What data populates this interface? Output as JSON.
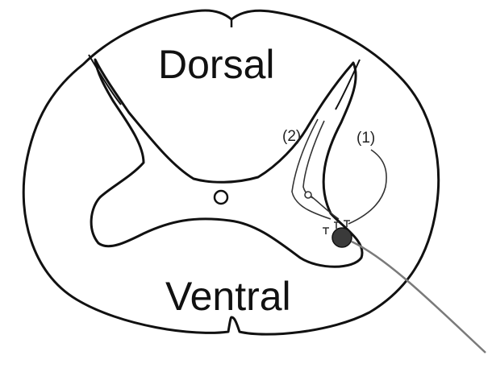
{
  "labels": {
    "dorsal": "Dorsal",
    "ventral": "Ventral",
    "pathway_1": "(1)",
    "pathway_2": "(2)"
  },
  "colors": {
    "outline": "#111111",
    "fiber": "#333333",
    "motor_neuron": "#3a3a3a",
    "axon": "#7a7a7a",
    "background": "#ffffff"
  }
}
